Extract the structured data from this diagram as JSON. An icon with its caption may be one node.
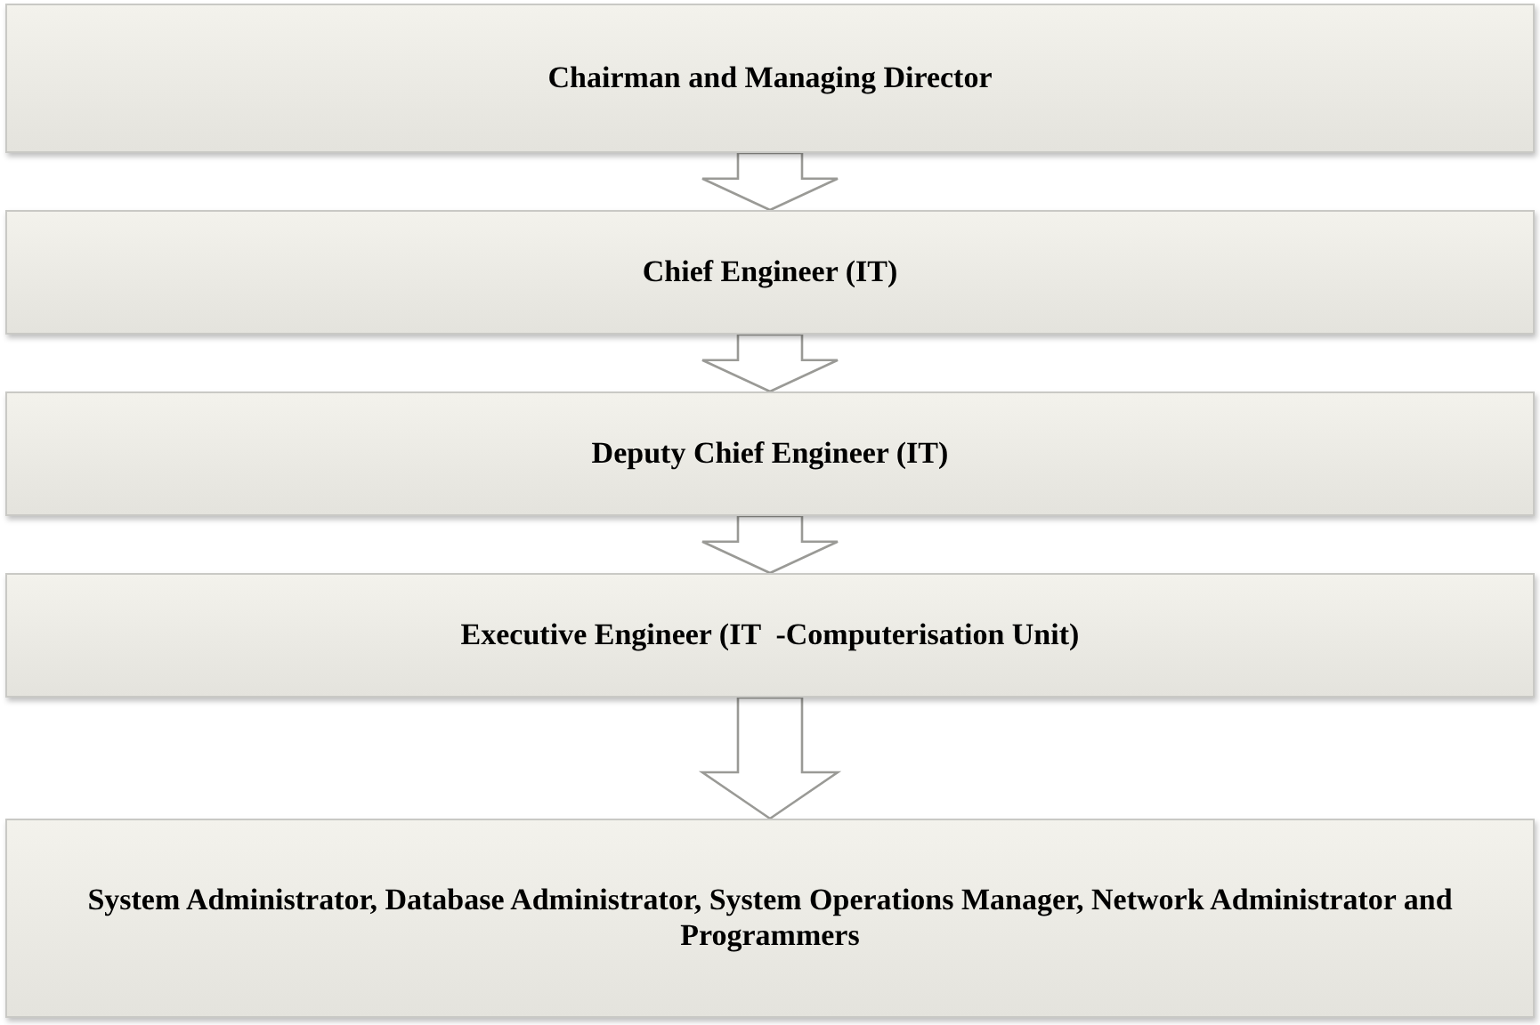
{
  "diagram": {
    "nodes": [
      {
        "text": [
          "Chairman and Managing Director"
        ]
      },
      {
        "text": [
          "Chief Engineer (IT)"
        ]
      },
      {
        "text": [
          "Deputy Chief Engineer (IT)"
        ]
      },
      {
        "text": [
          "Executive Engineer (IT  -Computerisation Unit)"
        ]
      },
      {
        "text": [
          "System Administrator, Database Administrator, System Operations Manager, Network Administrator and Programmers"
        ]
      }
    ],
    "edges": [
      {
        "from": 0,
        "to": 1,
        "arrow": "to"
      },
      {
        "from": 1,
        "to": 2,
        "arrow": "to"
      },
      {
        "from": 2,
        "to": 3,
        "arrow": "to"
      },
      {
        "from": 3,
        "to": 4,
        "arrow": "to"
      }
    ]
  }
}
